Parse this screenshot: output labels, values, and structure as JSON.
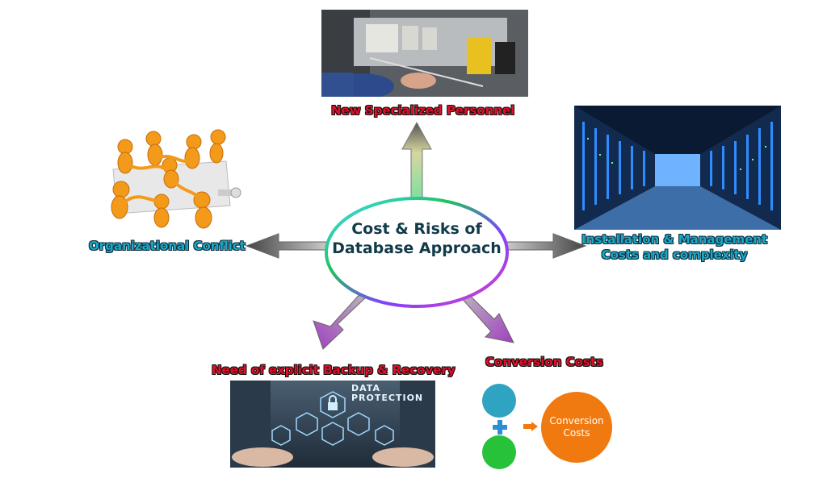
{
  "center": {
    "title_line1": "Cost & Risks of",
    "title_line2": "Database Approach"
  },
  "nodes": {
    "top": {
      "label": "New Specialized Personnel"
    },
    "left": {
      "label": "Organizational Conflict"
    },
    "right": {
      "label_line1": "Installation & Management",
      "label_line2": "Costs and complexity"
    },
    "bottom_left": {
      "label": "Need of explicit Backup & Recovery"
    },
    "bottom_right": {
      "label": "Conversion Costs"
    }
  },
  "images": {
    "data_protection": {
      "text_line1": "DATA",
      "text_line2": "PROTECTION"
    },
    "conversion_diagram": {
      "result_line1": "Conversion",
      "result_line2": "Costs"
    }
  },
  "colors": {
    "red_label": "#e0102a",
    "cyan_label": "#1aa9c9",
    "orange": "#f07a10"
  }
}
